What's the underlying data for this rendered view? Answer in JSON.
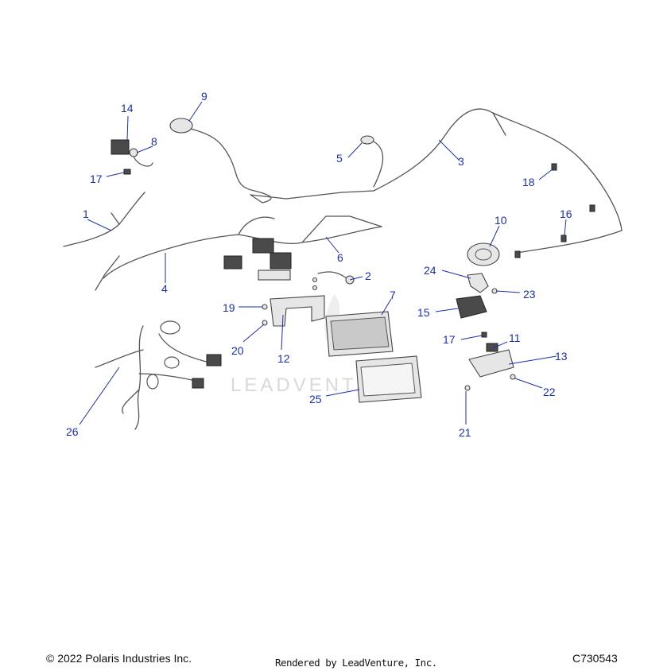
{
  "watermark": "LEADVENTURE",
  "callouts": [
    "1",
    "2",
    "3",
    "4",
    "5",
    "6",
    "7",
    "8",
    "9",
    "10",
    "11",
    "12",
    "13",
    "14",
    "15",
    "16",
    "17",
    "17",
    "18",
    "19",
    "20",
    "21",
    "22",
    "23",
    "24",
    "25",
    "26"
  ],
  "footer": {
    "copyright": "© 2022 Polaris Industries Inc.",
    "rendered_by": "Rendered by LeadVenture, Inc.",
    "diagram_id": "C730543"
  }
}
